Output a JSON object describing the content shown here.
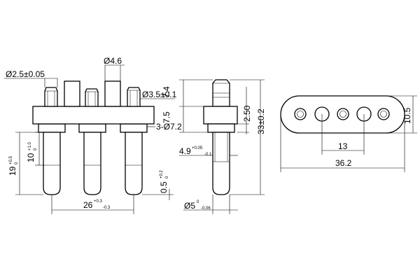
{
  "front": {
    "hole_dia": "Ø2.5±0.05",
    "pin_dia": "Ø4.6",
    "tip_dia": "Ø3.5±0.1",
    "pin_body": "3-Ø7.2",
    "len_10": "10",
    "len_10_tol_hi": "+1.0",
    "len_10_tol_lo": "0",
    "len_19": "19",
    "len_19_tol_hi": "+0.5",
    "len_19_tol_lo": "0",
    "gap": "0.5",
    "gap_tol_hi": "+0.2",
    "gap_tol_lo": "0",
    "pitch": "26",
    "pitch_tol_hi": "+0.3",
    "pitch_tol_lo": "-0.3"
  },
  "side": {
    "h_74": "7.4",
    "h_75": "7.5",
    "h_250": "2.50",
    "h_total": "33±0.2",
    "neck": "4.9",
    "neck_tol_hi": "+0.05",
    "neck_tol_lo": "-0.1",
    "shaft": "Ø5",
    "shaft_tol_hi": "0",
    "shaft_tol_lo": "-0.06"
  },
  "top": {
    "spacing": "13",
    "length": "36.2",
    "width": "10.5"
  }
}
